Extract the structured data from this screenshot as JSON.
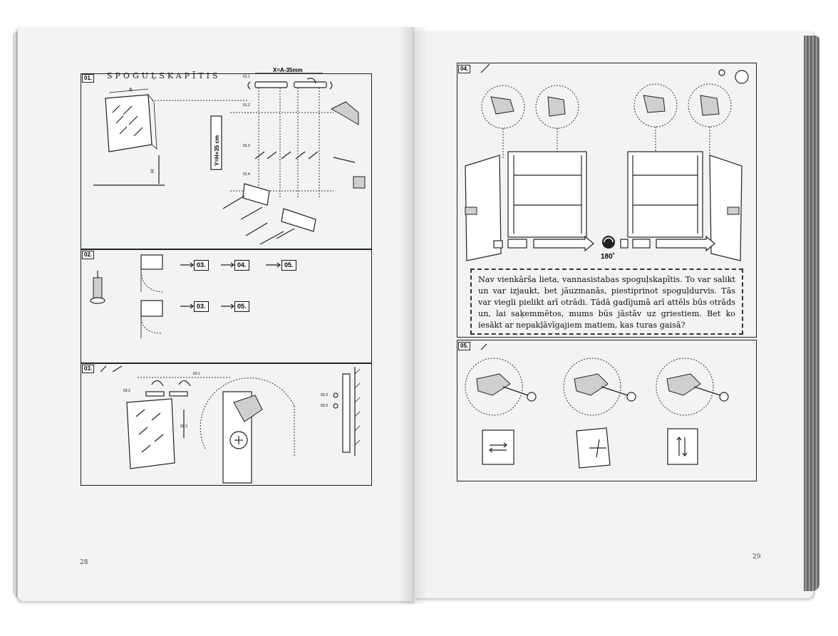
{
  "left_page": {
    "title": "SPOGUĻSKAPĪTIS",
    "page_number": "28",
    "step01": {
      "label": "01.",
      "dim_top": "X=A-35mm",
      "dim_side": "Y=H+35 cm",
      "dim_a": "A",
      "dim_h": "H",
      "sub_labels": [
        "01.1",
        "01.2",
        "01.3",
        "01.4"
      ]
    },
    "step02": {
      "label": "02.",
      "row1": [
        "03.",
        "04.",
        "05."
      ],
      "row2": [
        "03.",
        "05."
      ]
    },
    "step03": {
      "label": "03.",
      "sub_labels": [
        "03.1",
        "03.2",
        "03.3",
        "03.3",
        "03.3"
      ]
    }
  },
  "right_page": {
    "page_number": "29",
    "step04": {
      "label": "04.",
      "rotation": "180˚"
    },
    "callout": "Nav vienkārša lieta, vannasistabas spoguļskapītis. To var salikt un var izjaukt, bet jāuzmanās, piestiprinot spoguļdurvis. Tās var viegli pielikt arī otrādi.  Tādā gadījumā arī attēls būs otrāds un, lai saķemmētos, mums būs jāstāv uz griestiem. Bet ko iesākt ar nepakļāvīgajiem matiem, kas turas gaisā?",
    "step05": {
      "label": "05."
    }
  },
  "icons": [
    "screwdriver-icon",
    "hand-icon",
    "drill-icon",
    "hinge-icon",
    "screw-icon",
    "rotate-icon",
    "arrow-icon"
  ]
}
